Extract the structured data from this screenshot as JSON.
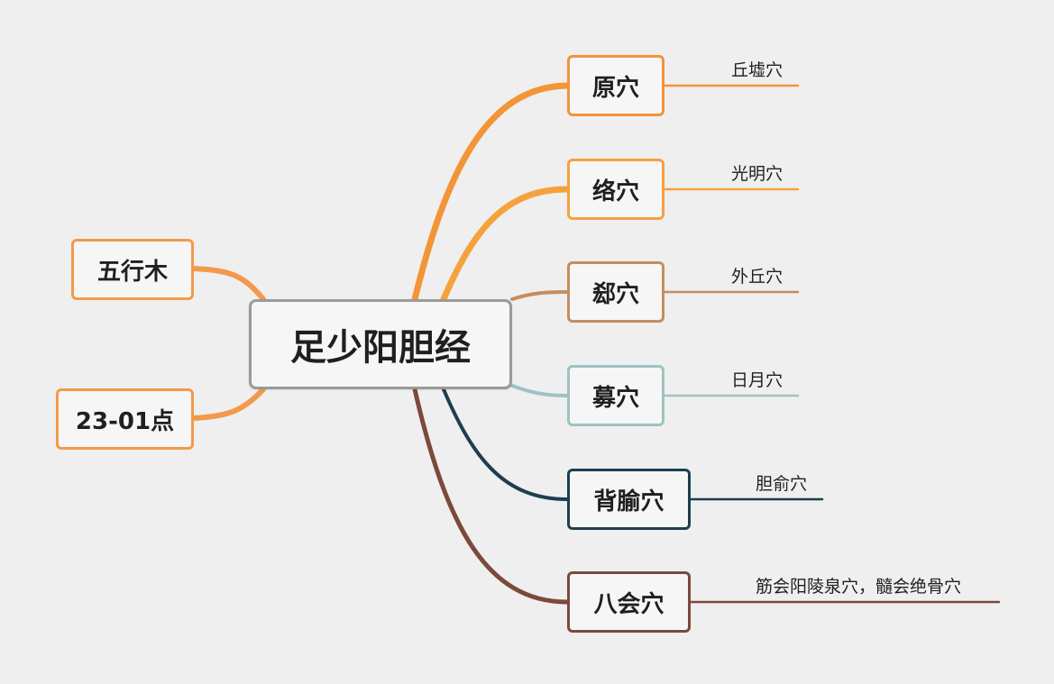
{
  "central": {
    "label": "足少阳胆经"
  },
  "left_nodes": [
    {
      "label": "五行木",
      "color": "#f29a4a"
    },
    {
      "label": "23-01点",
      "color": "#f29a4a"
    }
  ],
  "branches": [
    {
      "label": "原穴",
      "leaf": "丘墟穴",
      "color": "#f39436"
    },
    {
      "label": "络穴",
      "leaf": "光明穴",
      "color": "#f5a23d"
    },
    {
      "label": "郄穴",
      "leaf": "外丘穴",
      "color": "#c58d5f"
    },
    {
      "label": "募穴",
      "leaf": "日月穴",
      "color": "#9fc2c2"
    },
    {
      "label": "背腧穴",
      "leaf": "胆俞穴",
      "color": "#1d3f4f"
    },
    {
      "label": "八会穴",
      "leaf": "筋会阳陵泉穴，髓会绝骨穴",
      "color": "#7a4a3a"
    }
  ]
}
